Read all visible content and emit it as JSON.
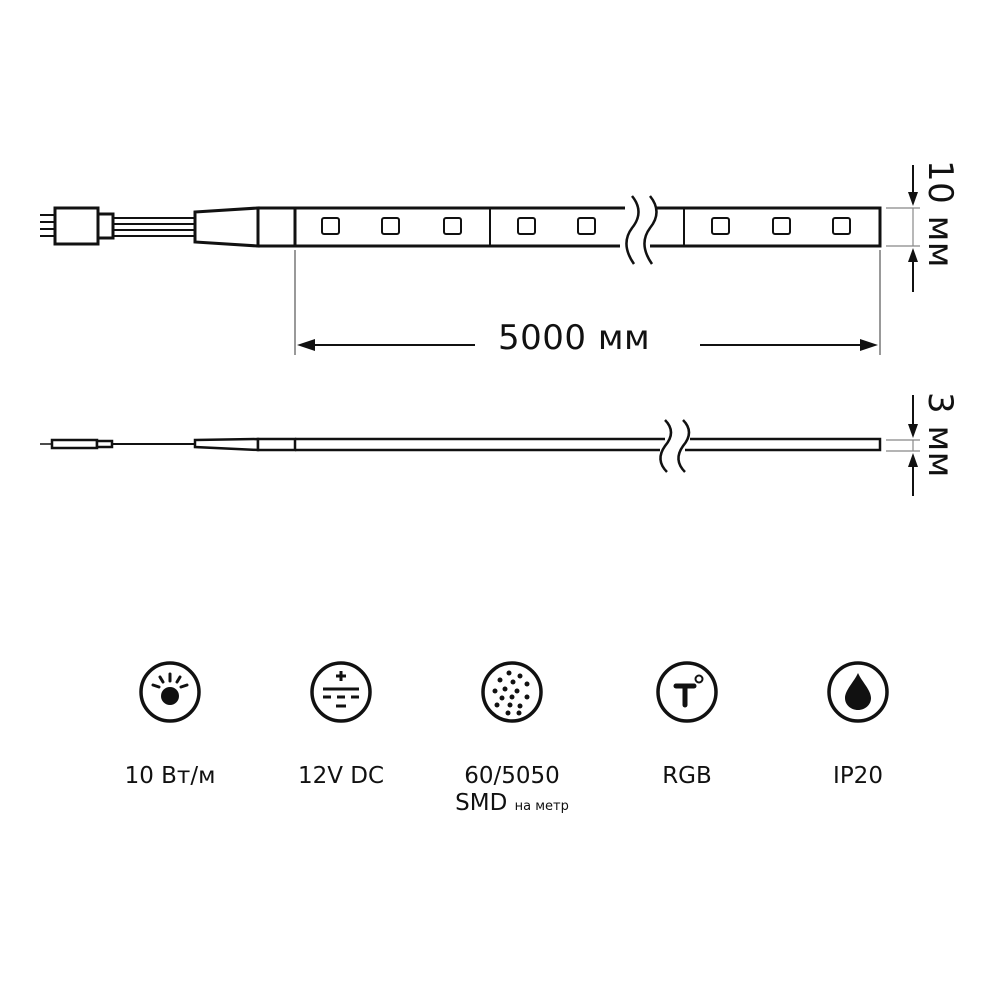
{
  "diagram": {
    "title": "",
    "strip": {
      "length_label": "5000 мм",
      "width_label": "10 мм",
      "thickness_label": "3 мм",
      "leds_visible_top_view": 8,
      "line_color": "#111111",
      "dimension_line_color": "#888888"
    },
    "specs": [
      {
        "icon": "power-light-icon",
        "label": "10 Вт/м"
      },
      {
        "icon": "dc-voltage-icon",
        "label": "12V DC"
      },
      {
        "icon": "led-density-icon",
        "label": "60/5050",
        "sub_main": "SMD",
        "sub_small": "на метр"
      },
      {
        "icon": "color-temperature-icon",
        "label": "RGB"
      },
      {
        "icon": "water-drop-icon",
        "label": "IP20"
      }
    ]
  }
}
